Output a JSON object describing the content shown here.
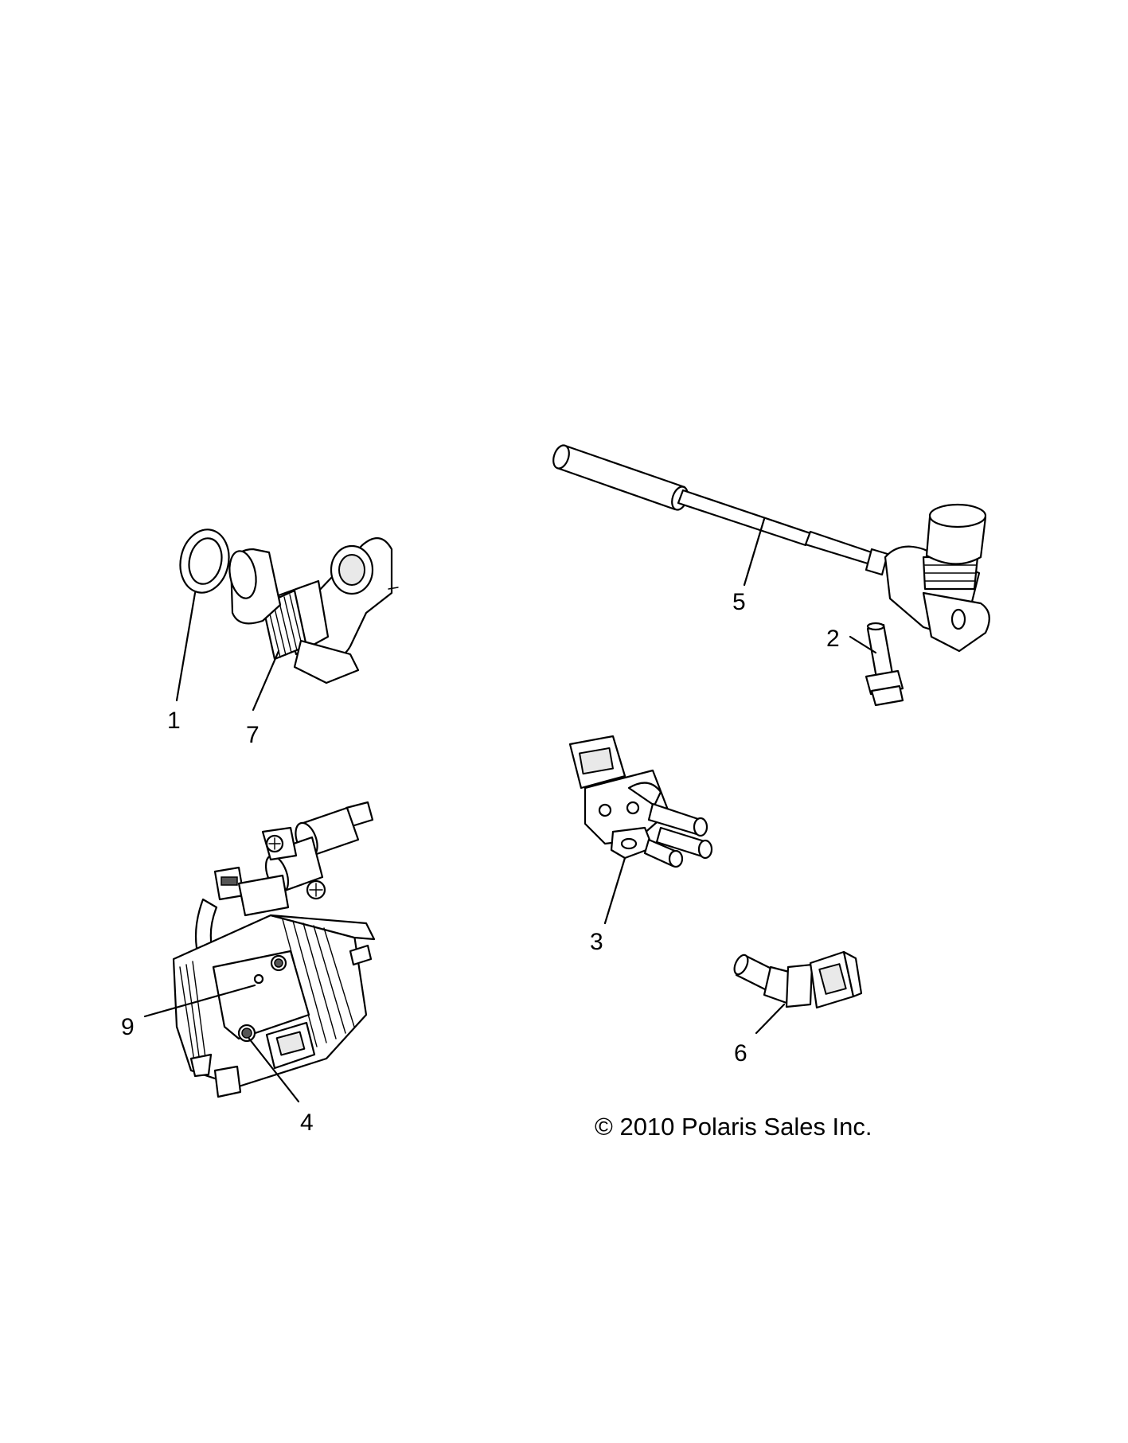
{
  "callouts": {
    "c1": "1",
    "c7": "7",
    "c5": "5",
    "c2": "2",
    "c3": "3",
    "c9": "9",
    "c4": "4",
    "c6": "6"
  },
  "copyright": "© 2010 Polaris Sales Inc."
}
